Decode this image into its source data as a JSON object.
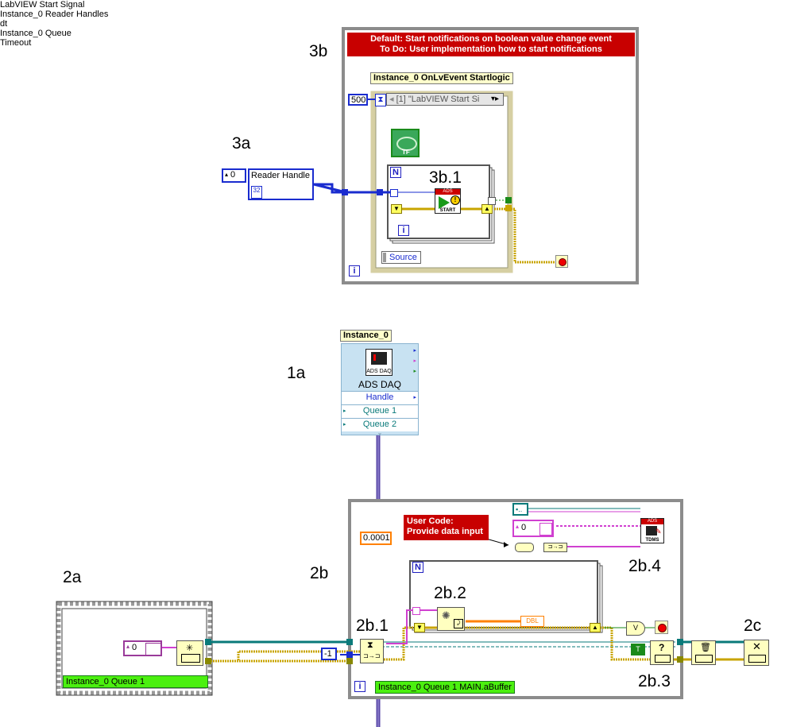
{
  "callouts": {
    "c3b": "3b",
    "c3a": "3a",
    "c3b1": "3b.1",
    "c1a": "1a",
    "c2a": "2a",
    "c2b": "2b",
    "c2b1": "2b.1",
    "c2b2": "2b.2",
    "c2b3": "2b.3",
    "c2b4": "2b.4",
    "c2c": "2c"
  },
  "event_structure": {
    "comment_line1": "Default: Start notifications on boolean value change event",
    "comment_line2": "To Do: User implementation how to start notifications",
    "loop_label": "Instance_0 OnLvEvent Startlogic",
    "timeout_value": "500",
    "event_case": "[1] \"LabVIEW Start Si",
    "start_signal_label": "LabVIEW Start Signal",
    "bool_text": "TF",
    "source_label": "Source",
    "for_n": "N",
    "for_i": "i",
    "loop_i": "i",
    "ads_start_top": "ADS",
    "ads_start_bottom": "START"
  },
  "reader": {
    "caption": "Instance_0 Reader Handles",
    "index": "0",
    "cluster_label": "Reader Handle"
  },
  "daq": {
    "tag": "Instance_0",
    "icon_text": "ADS DAQ",
    "name": "ADS DAQ",
    "rows": [
      "Handle",
      "Queue 1",
      "Queue 2"
    ]
  },
  "loop2b": {
    "dt_label": "dt",
    "dt_value": "0.0001",
    "user_code_line1": "User Code:",
    "user_code_line2": "Provide data input",
    "array_index": "0",
    "for_n": "N",
    "queue_label": "Instance_0 Queue",
    "dbl": "DBL",
    "timeout_label": "Timeout",
    "timeout_value": "-1",
    "loop_i": "i",
    "buffer_label": "Instance_0 Queue 1 MAIN.aBuffer",
    "tdms_top": "ADS",
    "tdms_bottom": "TDMS",
    "true_const": "T"
  },
  "seq2a": {
    "array_index": "0",
    "queue_label": "Instance_0 Queue 1"
  },
  "colors": {
    "wire_blue": "#1a2ccf",
    "wire_yellow": "#c8a400",
    "wire_pink": "#d040d0",
    "wire_orange": "#ff8000",
    "wire_purple": "#5a48a8",
    "comment_red": "#c80000"
  }
}
